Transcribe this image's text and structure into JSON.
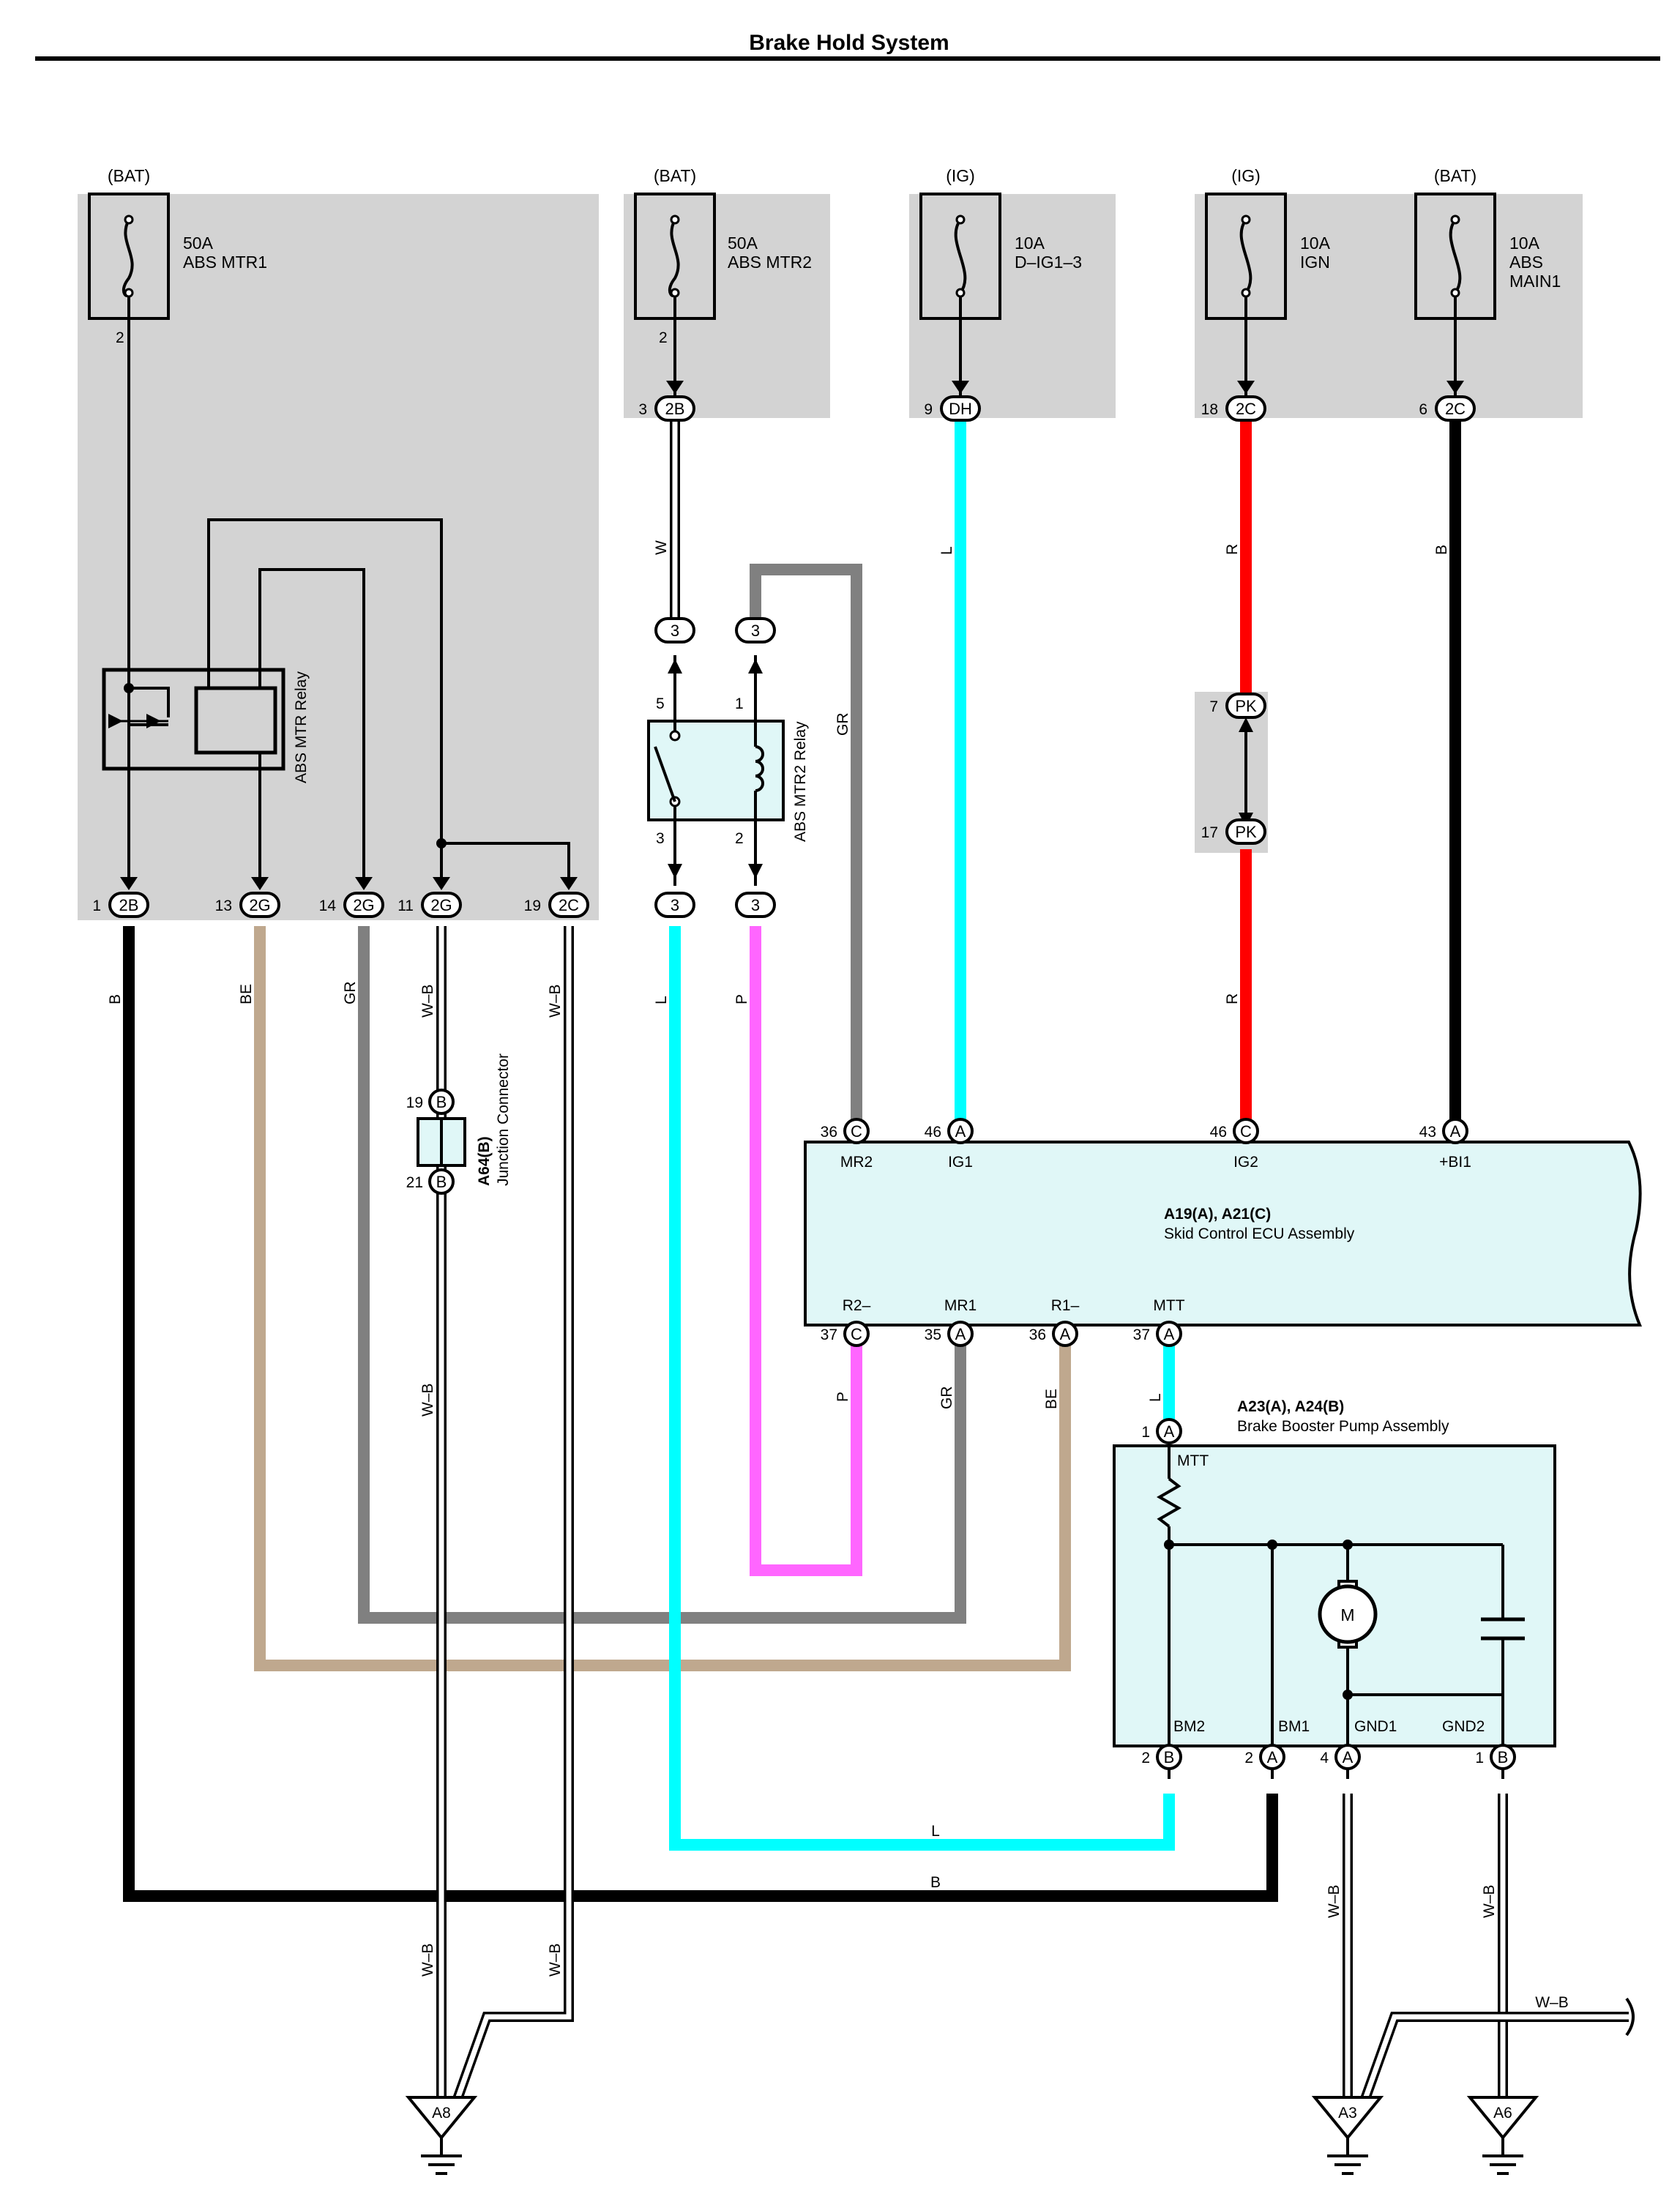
{
  "title": "Brake Hold System",
  "sources": {
    "s1": "(BAT)",
    "s2": "(BAT)",
    "s3": "(IG)",
    "s4": "(IG)",
    "s5": "(BAT)"
  },
  "fuses": {
    "f1": {
      "amp": "50A",
      "name": "ABS MTR1",
      "pin": "2"
    },
    "f2": {
      "amp": "50A",
      "name": "ABS MTR2",
      "pin": "2"
    },
    "f3": {
      "amp": "10A",
      "name": "D–IG1–3"
    },
    "f4": {
      "amp": "10A",
      "name": "IGN"
    },
    "f5": {
      "amp": "10A",
      "name": "ABS",
      "name2": "MAIN1"
    }
  },
  "relays": {
    "r1": "ABS MTR Relay",
    "r2": "ABS MTR2 Relay",
    "r2_pins": {
      "p5": "5",
      "p1": "1",
      "p3": "3",
      "p2": "2"
    }
  },
  "connectors": {
    "c2b_top": {
      "num": "3",
      "code": "2B"
    },
    "cdh": {
      "num": "9",
      "code": "DH"
    },
    "c2c_18": {
      "num": "18",
      "code": "2C"
    },
    "c2c_6": {
      "num": "6",
      "code": "2C"
    },
    "c3_a": "3",
    "c3_b": "3",
    "c3_c": "3",
    "c3_d": "3",
    "pk7": {
      "num": "7",
      "code": "PK"
    },
    "pk17": {
      "num": "17",
      "code": "PK"
    },
    "jb1": {
      "num": "1",
      "code": "2B"
    },
    "jb13": {
      "num": "13",
      "code": "2G"
    },
    "jb14": {
      "num": "14",
      "code": "2G"
    },
    "jb11": {
      "num": "11",
      "code": "2G"
    },
    "jb19": {
      "num": "19",
      "code": "2C"
    }
  },
  "junction": {
    "id": "A64(B)",
    "name": "Junction Connector",
    "pin_top": "19",
    "pin_bottom": "21",
    "code": "B"
  },
  "ecu": {
    "id": "A19(A), A21(C)",
    "name": "Skid Control ECU Assembly",
    "top_pins": [
      {
        "num": "36",
        "code": "C",
        "label": "MR2"
      },
      {
        "num": "46",
        "code": "A",
        "label": "IG1"
      },
      {
        "num": "46",
        "code": "C",
        "label": "IG2"
      },
      {
        "num": "43",
        "code": "A",
        "label": "+BI1"
      }
    ],
    "bottom_pins": [
      {
        "num": "37",
        "code": "C",
        "label": "R2–"
      },
      {
        "num": "35",
        "code": "A",
        "label": "MR1"
      },
      {
        "num": "36",
        "code": "A",
        "label": "R1–"
      },
      {
        "num": "37",
        "code": "A",
        "label": "MTT"
      }
    ]
  },
  "pump": {
    "id": "A23(A), A24(B)",
    "name": "Brake Booster Pump Assembly",
    "in_pin": {
      "num": "1",
      "code": "A"
    },
    "mtt": "MTT",
    "motor": "M",
    "bottom_pins": [
      {
        "num": "2",
        "code": "B",
        "label": "BM2"
      },
      {
        "num": "2",
        "code": "A",
        "label": "BM1"
      },
      {
        "num": "4",
        "code": "A",
        "label": "GND1"
      },
      {
        "num": "1",
        "code": "B",
        "label": "GND2"
      }
    ]
  },
  "wire_labels": {
    "w": "W",
    "gr_top": "GR",
    "l_top": "L",
    "r_top": "R",
    "b_top": "B",
    "b_left": "B",
    "be_left": "BE",
    "gr_left": "GR",
    "wb_a": "W–B",
    "wb_b": "W–B",
    "l_mid": "L",
    "p_mid": "P",
    "r_mid": "R",
    "wb_c": "W–B",
    "p_low": "P",
    "gr_low": "GR",
    "be_low": "BE",
    "l_low": "L",
    "l_bottom": "L",
    "b_bottom": "B",
    "wb_d": "W–B",
    "wb_e": "W–B",
    "wb_f": "W–B",
    "wb_g": "W–B",
    "wb_h": "W–B"
  },
  "grounds": {
    "g1": "A8",
    "g2": "A3",
    "g3": "A6"
  },
  "colors": {
    "L": "#00ffff",
    "R": "#ff0000",
    "B": "#000000",
    "P": "#ff66ff",
    "GR": "#808080",
    "BE": "#bfa88e",
    "W": "#ffffff",
    "box": "#d3d3d3",
    "ecu": "#e0f7f7"
  }
}
